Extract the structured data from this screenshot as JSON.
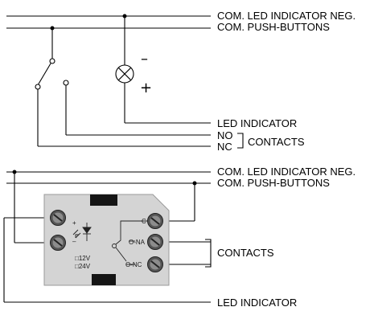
{
  "top_diagram": {
    "bus_line_1": "COM. LED INDICATOR NEG.",
    "bus_line_2": "COM. PUSH-BUTTONS",
    "lamp_minus": "–",
    "lamp_plus": "+",
    "led_indicator": "LED INDICATOR",
    "no_label": "NO",
    "nc_label": "NC",
    "contacts": "CONTACTS"
  },
  "bottom_diagram": {
    "bus_line_1": "COM. LED INDICATOR NEG.",
    "bus_line_2": "COM. PUSH-BUTTONS",
    "contacts": "CONTACTS",
    "led_indicator": "LED INDICATOR",
    "module": {
      "terminal_c": "C",
      "terminal_na": "O-NA",
      "terminal_nc": "O-NC",
      "led_plus": "+",
      "led_minus": "–",
      "voltage_12": "□12V",
      "voltage_24": "□24V",
      "body_color": "#d4d4d4"
    }
  }
}
